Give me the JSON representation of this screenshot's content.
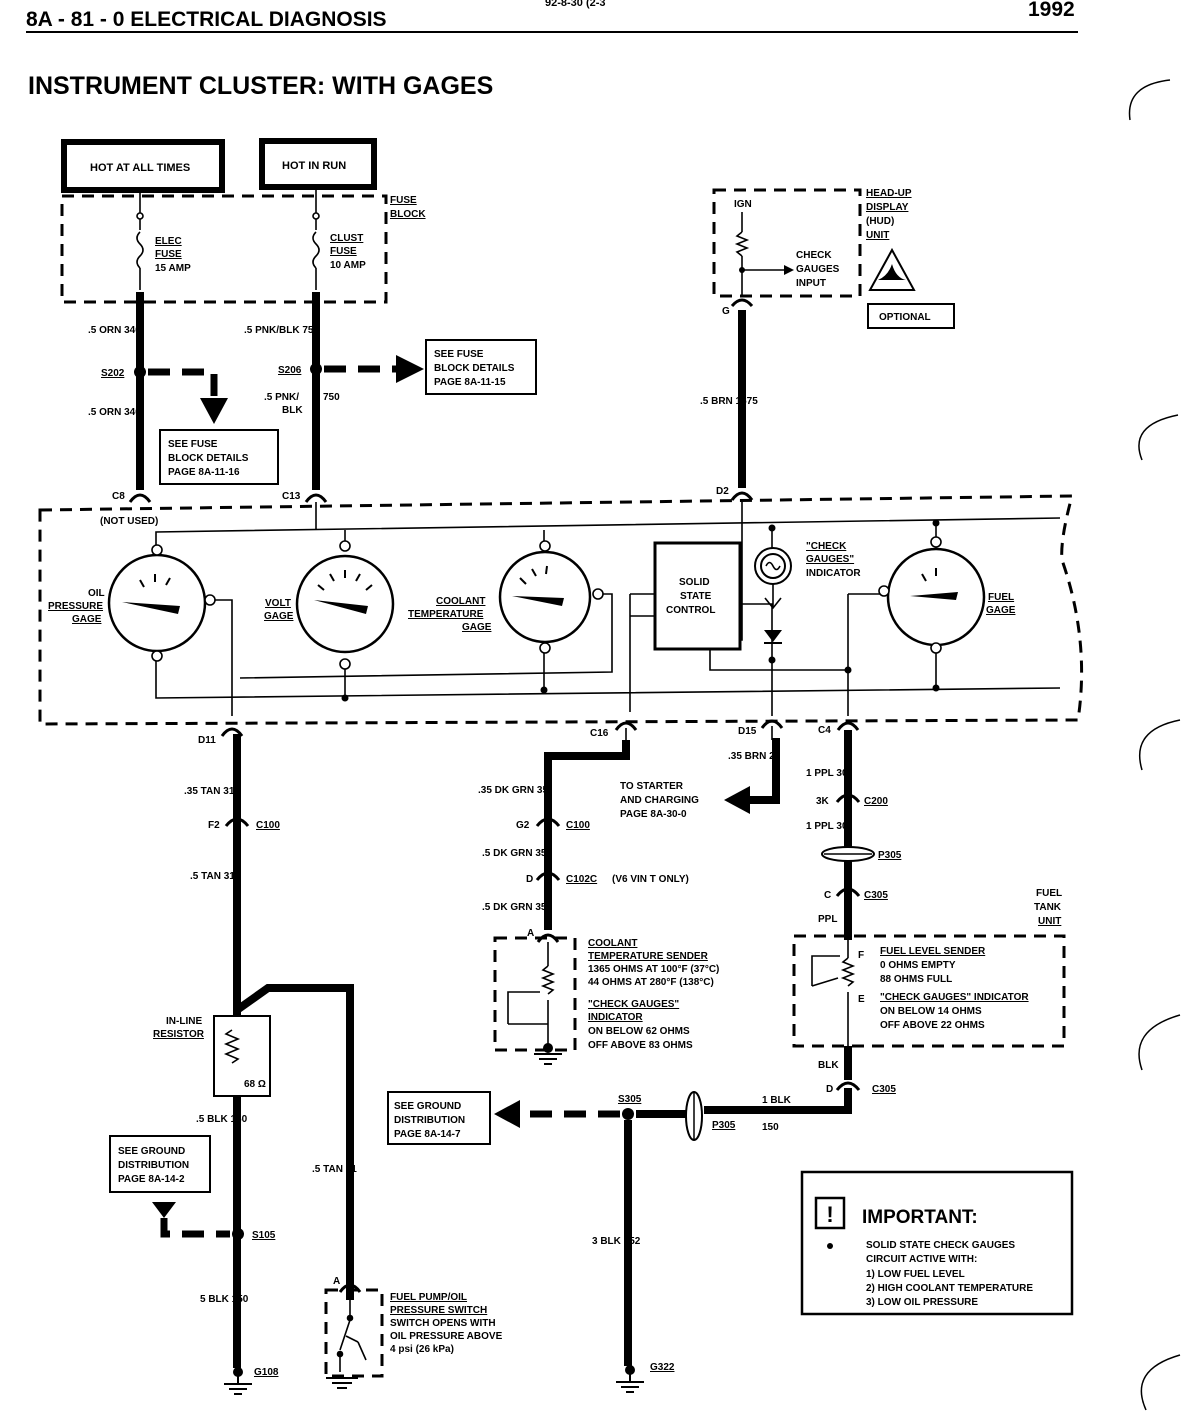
{
  "header": {
    "left": "8A - 81 - 0  ELECTRICAL DIAGNOSIS",
    "top_center": "92-8-30 (2-3",
    "year": "1992"
  },
  "title": "INSTRUMENT CLUSTER:  WITH GAGES",
  "power": {
    "hot_at_all_times": "HOT AT ALL TIMES",
    "hot_in_run": "HOT IN RUN",
    "fuse_block": [
      "FUSE",
      "BLOCK"
    ],
    "elec_fuse": [
      "ELEC",
      "FUSE",
      "15 AMP"
    ],
    "clust_fuse": [
      "CLUST",
      "FUSE",
      "10 AMP"
    ]
  },
  "hud": {
    "ign": "IGN",
    "check_input": [
      "CHECK",
      "GAUGES",
      "INPUT"
    ],
    "unit": [
      "HEAD-UP",
      "DISPLAY",
      "(HUD)",
      "UNIT"
    ],
    "optional": "OPTIONAL",
    "terminal_g": "G",
    "wire": ".5 BRN  1675"
  },
  "wires": {
    "orn1": ".5 ORN  340",
    "orn2": ".5 ORN  340",
    "pnk1": ".5 PNK/BLK  750",
    "pnk2a": ".5 PNK/",
    "pnk2b": "BLK",
    "pnk2c": "750",
    "s202": "S202",
    "s206": "S206",
    "tan1": ".35 TAN  31",
    "tan2": ".5 TAN  31",
    "tan3": ".5 TAN  31",
    "blk150": ".5 BLK  150",
    "blk150b": "5 BLK  150",
    "dkgrn1": ".35 DK GRN  35",
    "dkgrn2": ".5 DK GRN  35",
    "dkgrn3": ".5 DK GRN  35",
    "brn25": ".35 BRN  25",
    "ppl1": "1 PPL  30",
    "ppl2": "1 PPL  30",
    "ppl3": "PPL",
    "blk1": "1 BLK",
    "blk1b": "150",
    "blk152": "3 BLK  152",
    "blk": "BLK"
  },
  "notes": {
    "fuse_details_16": [
      "SEE FUSE",
      "BLOCK DETAILS",
      "PAGE 8A-11-16"
    ],
    "fuse_details_15": [
      "SEE FUSE",
      "BLOCK DETAILS",
      "PAGE 8A-11-15"
    ],
    "ground_14_7": [
      "SEE GROUND",
      "DISTRIBUTION",
      "PAGE 8A-14-7"
    ],
    "ground_14_2": [
      "SEE GROUND",
      "DISTRIBUTION",
      "PAGE 8A-14-2"
    ],
    "starter": [
      "TO STARTER",
      "AND CHARGING",
      "PAGE 8A-30-0"
    ]
  },
  "connectors": {
    "c8": "C8",
    "not_used": "(NOT USED)",
    "c13": "C13",
    "d2": "D2",
    "d11": "D11",
    "c16": "C16",
    "d15": "D15",
    "c4": "C4",
    "f2": "F2",
    "c100": "C100",
    "g2": "G2",
    "c100b": "C100",
    "d": "D",
    "c102c": "C102C",
    "v6": "(V6  VIN T ONLY)",
    "a": "A",
    "3k": "3K",
    "c200": "C200",
    "p305": "P305",
    "c": "C",
    "c305": "C305",
    "d2b": "D",
    "c305b": "C305",
    "s305": "S305",
    "p305b": "P305",
    "s105": "S105",
    "g108": "G108",
    "g322": "G322",
    "a2": "A"
  },
  "cluster": {
    "oil": [
      "OIL",
      "PRESSURE",
      "GAGE"
    ],
    "volt": [
      "VOLT",
      "GAGE"
    ],
    "coolant": [
      "COOLANT",
      "TEMPERATURE",
      "GAGE"
    ],
    "ssc": [
      "SOLID",
      "STATE",
      "CONTROL"
    ],
    "check_ind": [
      "\"CHECK",
      "GAUGES\"",
      "INDICATOR"
    ],
    "fuel": [
      "FUEL",
      "GAGE"
    ]
  },
  "coolant_sender": [
    "COOLANT",
    "TEMPERATURE SENDER",
    "1365 OHMS AT 100°F (37°C)",
    "44 OHMS AT 280°F (138°C)",
    "\"CHECK GAUGES\"",
    "INDICATOR",
    "ON BELOW 62 OHMS",
    "OFF ABOVE 83 OHMS"
  ],
  "fuel_tank": {
    "label": [
      "FUEL",
      "TANK",
      "UNIT"
    ],
    "f": "F",
    "e": "E",
    "lines": [
      "FUEL LEVEL SENDER",
      "0 OHMS EMPTY",
      "88 OHMS FULL",
      "\"CHECK GAUGES\" INDICATOR",
      "ON BELOW 14 OHMS",
      "OFF ABOVE 22 OHMS"
    ]
  },
  "resistor": {
    "label": [
      "IN-LINE",
      "RESISTOR"
    ],
    "value": "68 Ω"
  },
  "switch": [
    "FUEL PUMP/OIL",
    "PRESSURE SWITCH",
    "SWITCH OPENS WITH",
    "OIL PRESSURE ABOVE",
    "4 psi (26 kPa)"
  ],
  "important": {
    "heading": "IMPORTANT:",
    "lines": [
      "SOLID STATE CHECK GAUGES",
      "CIRCUIT ACTIVE WITH:",
      "1)  LOW FUEL LEVEL",
      "2)  HIGH COOLANT TEMPERATURE",
      "3)  LOW OIL PRESSURE"
    ]
  }
}
